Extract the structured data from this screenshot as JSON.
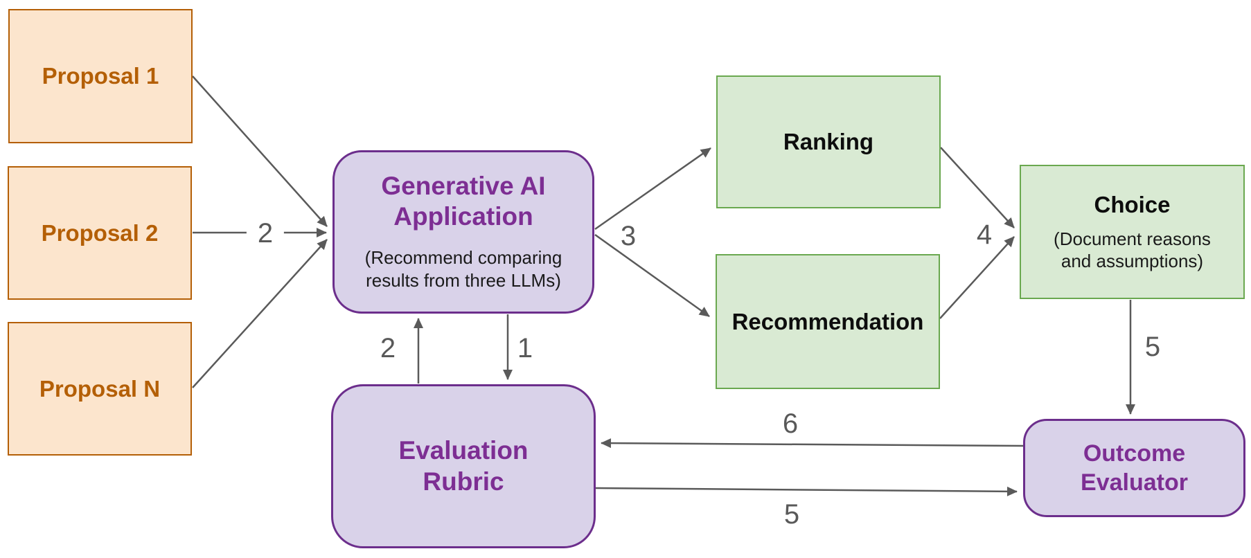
{
  "diagram": {
    "nodes": {
      "proposal1": {
        "title": "Proposal 1"
      },
      "proposal2": {
        "title": "Proposal 2"
      },
      "proposalN": {
        "title": "Proposal N"
      },
      "genai": {
        "title": "Generative AI\nApplication",
        "subtitle": "(Recommend comparing\nresults from three LLMs)"
      },
      "ranking": {
        "title": "Ranking"
      },
      "recommendation": {
        "title": "Recommendation"
      },
      "choice": {
        "title": "Choice",
        "subtitle": "(Document reasons\nand assumptions)"
      },
      "rubric": {
        "title": "Evaluation\nRubric"
      },
      "outcome": {
        "title": "Outcome\nEvaluator"
      }
    },
    "edge_labels": {
      "proposals_to_genai": "2",
      "genai_to_outputs": "3",
      "outputs_to_choice": "4",
      "genai_to_rubric": "1",
      "rubric_to_genai": "2",
      "choice_to_outcome": "5",
      "outcome_to_rubric": "6",
      "rubric_to_outcome": "5"
    },
    "colors": {
      "orange_fill": "#FCE5CD",
      "orange_border": "#B45F06",
      "orange_text": "#B45F06",
      "purple_fill": "#D9D2E9",
      "purple_border": "#6C2E8C",
      "purple_text": "#7D2E93",
      "green_fill": "#D9EAD3",
      "green_border": "#6AA84F",
      "green_text": "#0d0d0d",
      "arrow": "#5A5A5A",
      "edge_label": "#595959",
      "bg": "#FFFFFF"
    }
  }
}
